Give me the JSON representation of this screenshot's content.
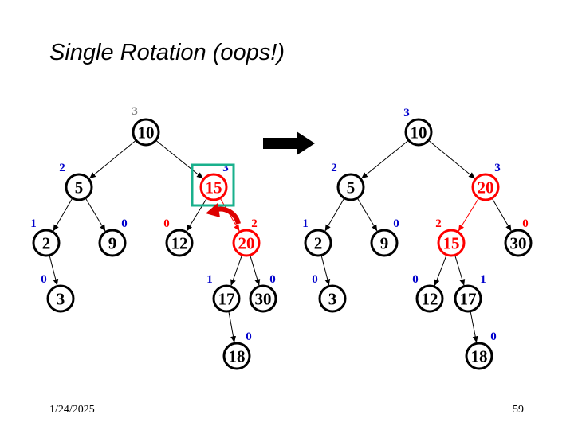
{
  "slide": {
    "title": "Single Rotation (oops!)",
    "date": "1/24/2025",
    "page_number": "59"
  },
  "colors": {
    "normal": "#000000",
    "highlight": "#ff0000",
    "height_blue": "#0000cc",
    "height_gray": "#808080",
    "box": "#19b08c",
    "arrow": "#000000",
    "curved_arrow": "#dd0000"
  },
  "trees": {
    "before": {
      "nodes": [
        {
          "id": "b10",
          "key": "10",
          "height": "3",
          "height_color": "gray",
          "red": false
        },
        {
          "id": "b5",
          "key": "5",
          "height": "2",
          "red": false
        },
        {
          "id": "b15",
          "key": "15",
          "height": "3",
          "red": true
        },
        {
          "id": "b2",
          "key": "2",
          "height": "1",
          "red": false
        },
        {
          "id": "b9",
          "key": "9",
          "height": "0",
          "red": false
        },
        {
          "id": "b12",
          "key": "12",
          "height": "0",
          "height_color": "red",
          "red": false
        },
        {
          "id": "b20",
          "key": "20",
          "height": "2",
          "height_color": "red",
          "red": true
        },
        {
          "id": "b3",
          "key": "3",
          "height": "0",
          "red": false
        },
        {
          "id": "b17",
          "key": "17",
          "height": "1",
          "red": false
        },
        {
          "id": "b30",
          "key": "30",
          "height": "0",
          "red": false
        },
        {
          "id": "b18",
          "key": "18",
          "height": "0",
          "red": false
        }
      ],
      "edges": [
        {
          "from": "b10",
          "to": "b5"
        },
        {
          "from": "b10",
          "to": "b15"
        },
        {
          "from": "b5",
          "to": "b2"
        },
        {
          "from": "b5",
          "to": "b9"
        },
        {
          "from": "b15",
          "to": "b12"
        },
        {
          "from": "b15",
          "to": "b20",
          "red": true
        },
        {
          "from": "b2",
          "to": "b3"
        },
        {
          "from": "b20",
          "to": "b17"
        },
        {
          "from": "b20",
          "to": "b30"
        },
        {
          "from": "b17",
          "to": "b18"
        }
      ]
    },
    "after": {
      "nodes": [
        {
          "id": "a10",
          "key": "10",
          "height": "3",
          "red": false
        },
        {
          "id": "a5",
          "key": "5",
          "height": "2",
          "red": false
        },
        {
          "id": "a20",
          "key": "20",
          "height": "3",
          "red": true
        },
        {
          "id": "a2",
          "key": "2",
          "height": "1",
          "red": false
        },
        {
          "id": "a9",
          "key": "9",
          "height": "0",
          "red": false
        },
        {
          "id": "a15",
          "key": "15",
          "height": "2",
          "height_color": "red",
          "red": true
        },
        {
          "id": "a30",
          "key": "30",
          "height": "0",
          "height_color": "red",
          "red": false
        },
        {
          "id": "a3",
          "key": "3",
          "height": "0",
          "red": false
        },
        {
          "id": "a12",
          "key": "12",
          "height": "0",
          "red": false
        },
        {
          "id": "a17",
          "key": "17",
          "height": "1",
          "red": false
        },
        {
          "id": "a18",
          "key": "18",
          "height": "0",
          "red": false
        }
      ],
      "edges": [
        {
          "from": "a10",
          "to": "a5"
        },
        {
          "from": "a10",
          "to": "a20"
        },
        {
          "from": "a5",
          "to": "a2"
        },
        {
          "from": "a5",
          "to": "a9"
        },
        {
          "from": "a20",
          "to": "a15",
          "red": true
        },
        {
          "from": "a20",
          "to": "a30"
        },
        {
          "from": "a2",
          "to": "a3"
        },
        {
          "from": "a15",
          "to": "a12"
        },
        {
          "from": "a15",
          "to": "a17"
        },
        {
          "from": "a17",
          "to": "a18"
        }
      ]
    }
  }
}
